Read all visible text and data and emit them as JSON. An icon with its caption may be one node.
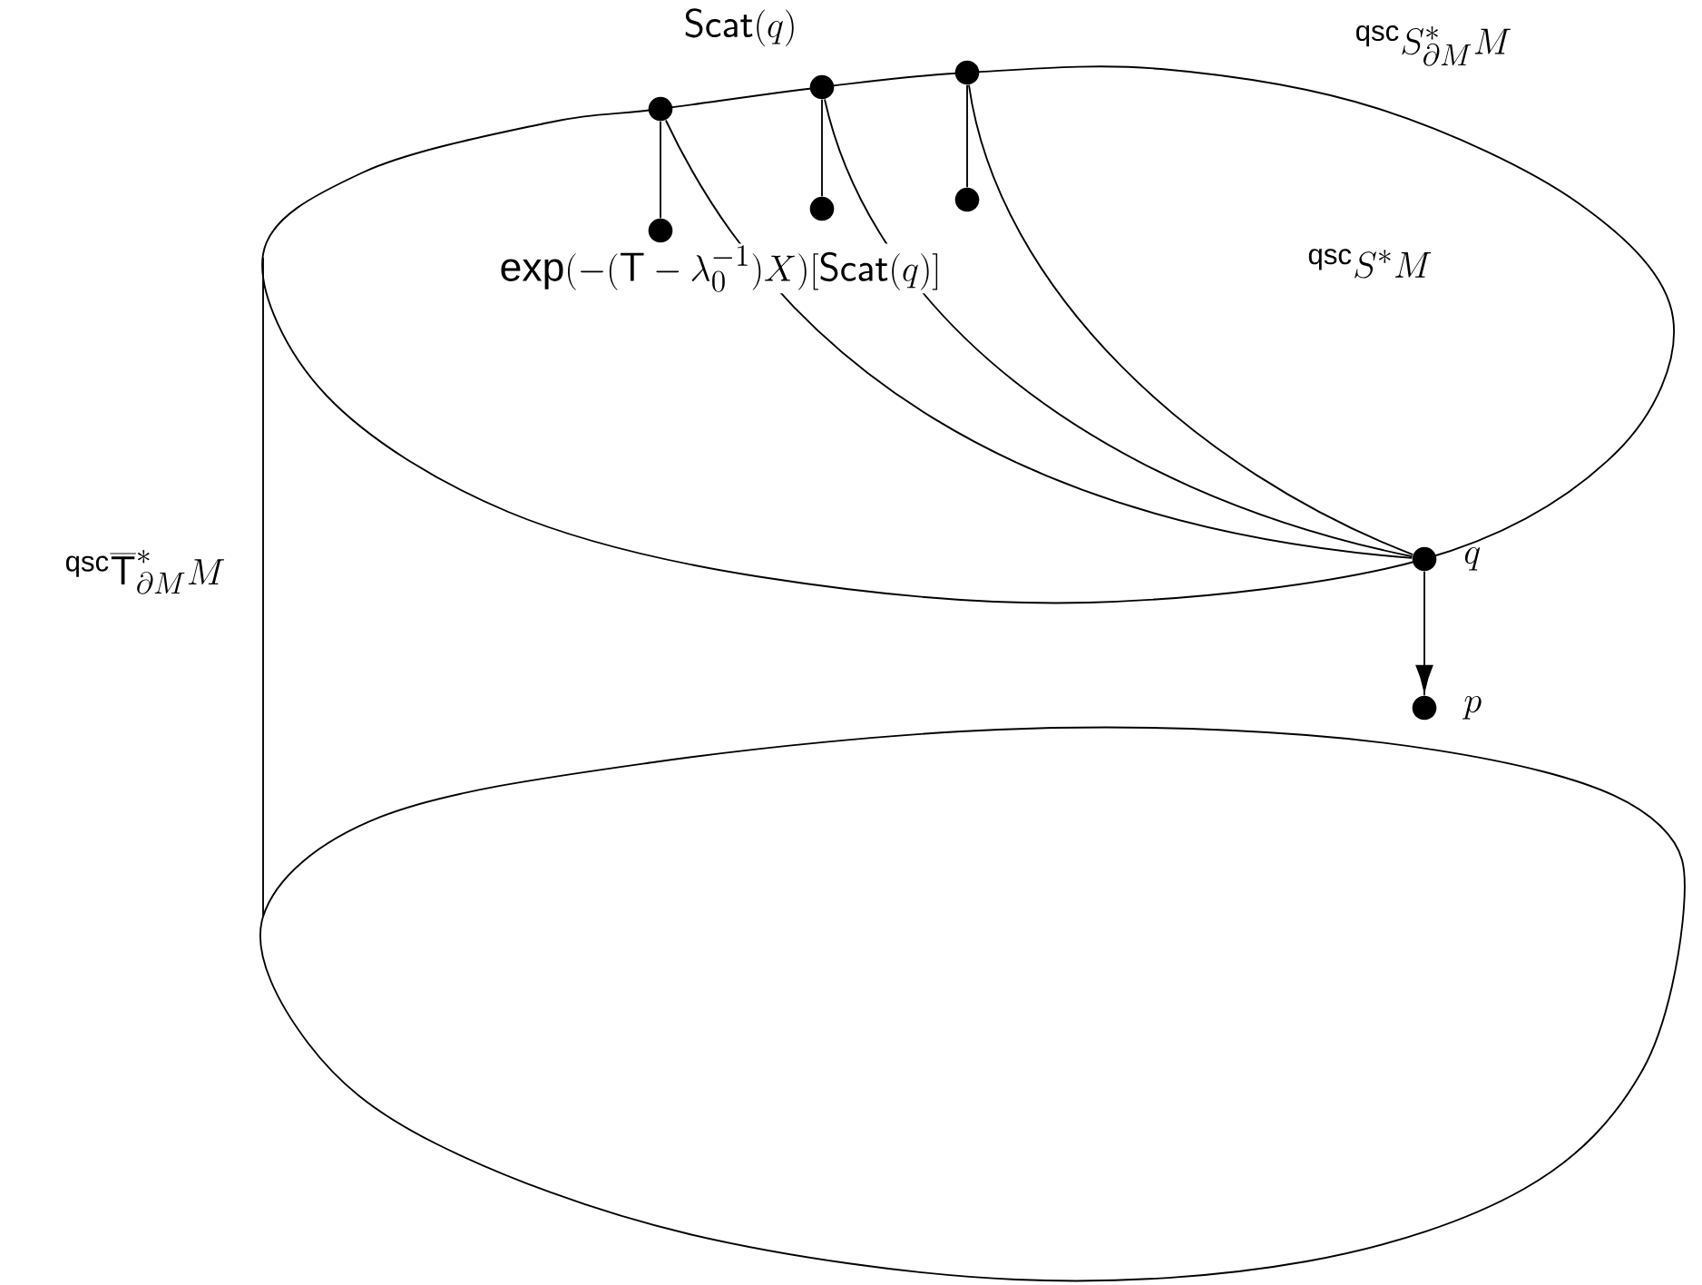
{
  "diagram": {
    "nodes": [
      {
        "text": [],
        "shape": "circle"
      },
      {
        "text": [],
        "shape": "circle"
      },
      {
        "text": [],
        "shape": "circle"
      },
      {
        "text": [],
        "shape": "circle"
      },
      {
        "text": [],
        "shape": "circle"
      },
      {
        "text": [],
        "shape": "circle"
      },
      {
        "text": [],
        "shape": "circle",
        "beside": [
          "q"
        ]
      },
      {
        "text": [],
        "shape": "circle",
        "beside": [
          "p"
        ]
      }
    ],
    "edges": [
      {
        "from": 0,
        "to": 3,
        "arrow": "none"
      },
      {
        "from": 1,
        "to": 4,
        "arrow": "none"
      },
      {
        "from": 2,
        "to": 5,
        "arrow": "none"
      },
      {
        "from": 6,
        "to": 0,
        "arrow": "none"
      },
      {
        "from": 6,
        "to": 1,
        "arrow": "none"
      },
      {
        "from": 6,
        "to": 2,
        "arrow": "none"
      },
      {
        "from": 6,
        "to": 7,
        "arrow": "to"
      }
    ],
    "labels": [
      "\\mathsf{Scat}(q)",
      "{}^{\\mathrm{qsc}}S^*_{\\partial M}M",
      "\\exp(-(\\mathsf{T}-\\lambda_0^{-1})X)[\\mathsf{Scat}(q)]",
      "{}^{\\mathrm{qsc}}S^*M",
      "{}^{\\mathrm{qsc}}\\overline{\\mathsf{T}}^*_{\\partial M}M"
    ]
  }
}
